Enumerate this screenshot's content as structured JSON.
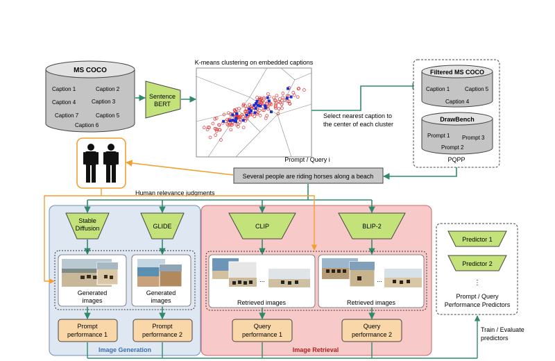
{
  "mscoco": {
    "title": "MS COCO",
    "captions": [
      "Caption 1",
      "Caption 2",
      "Caption 4",
      "Caption 3",
      "Caption 7",
      "Caption 5",
      "Caption 6"
    ]
  },
  "sentence_bert": {
    "line1": "Sentence",
    "line2": "BERT"
  },
  "kmeans": {
    "title": "K-means clustering on embedded captions"
  },
  "select_caption": {
    "line1": "Select nearest caption to",
    "line2": "the center of each cluster"
  },
  "filtered": {
    "title": "Filtered MS COCO",
    "captions": [
      "Caption 1",
      "Caption 5",
      "Caption 4"
    ]
  },
  "drawbench": {
    "title": "DrawBench",
    "prompts": [
      "Prompt 1",
      "Prompt 3",
      "Prompt 2"
    ]
  },
  "pqpp": {
    "label": "PQPP"
  },
  "query": {
    "label": "Prompt / Query i",
    "text": "Several people are riding horses along a beach"
  },
  "human_judgments": {
    "label": "Human relevance judgments"
  },
  "generation": {
    "section_label": "Image Generation",
    "models": [
      {
        "line1": "Stable",
        "line2": "Diffusion"
      },
      {
        "line1": "GLIDE",
        "line2": ""
      }
    ],
    "images_labels": [
      {
        "line1": "Generated",
        "line2": "images"
      },
      {
        "line1": "Generated",
        "line2": "images"
      }
    ],
    "performance": [
      {
        "line1": "Prompt",
        "line2": "performance 1"
      },
      {
        "line1": "Prompt",
        "line2": "performance 2"
      }
    ]
  },
  "retrieval": {
    "section_label": "Image Retrieval",
    "models": [
      "CLIP",
      "BLIP-2"
    ],
    "images_labels": [
      "Retrieved images",
      "Retrieved images"
    ],
    "ellipsis": "...",
    "performance": [
      {
        "line1": "Query",
        "line2": "performance 1"
      },
      {
        "line1": "Query",
        "line2": "performance 2"
      }
    ]
  },
  "predictors": {
    "items": [
      "Predictor 1",
      "Predictor 2"
    ],
    "dots": "⋮",
    "caption_line1": "Prompt / Query",
    "caption_line2": "Performance Predictors"
  },
  "train_evaluate": {
    "line1": "Train / Evaluate",
    "line2": "predictors"
  },
  "colors": {
    "arrow_green": "#2f8a6a",
    "arrow_orange": "#f0a030",
    "model_fill": "#c4e27a",
    "perf_fill": "#f9d7a8",
    "gen_bg": "#dfe7f3",
    "ret_bg": "#f7c9c9",
    "db_fill": "#c4c4c4",
    "query_fill": "#c8c8c8"
  }
}
